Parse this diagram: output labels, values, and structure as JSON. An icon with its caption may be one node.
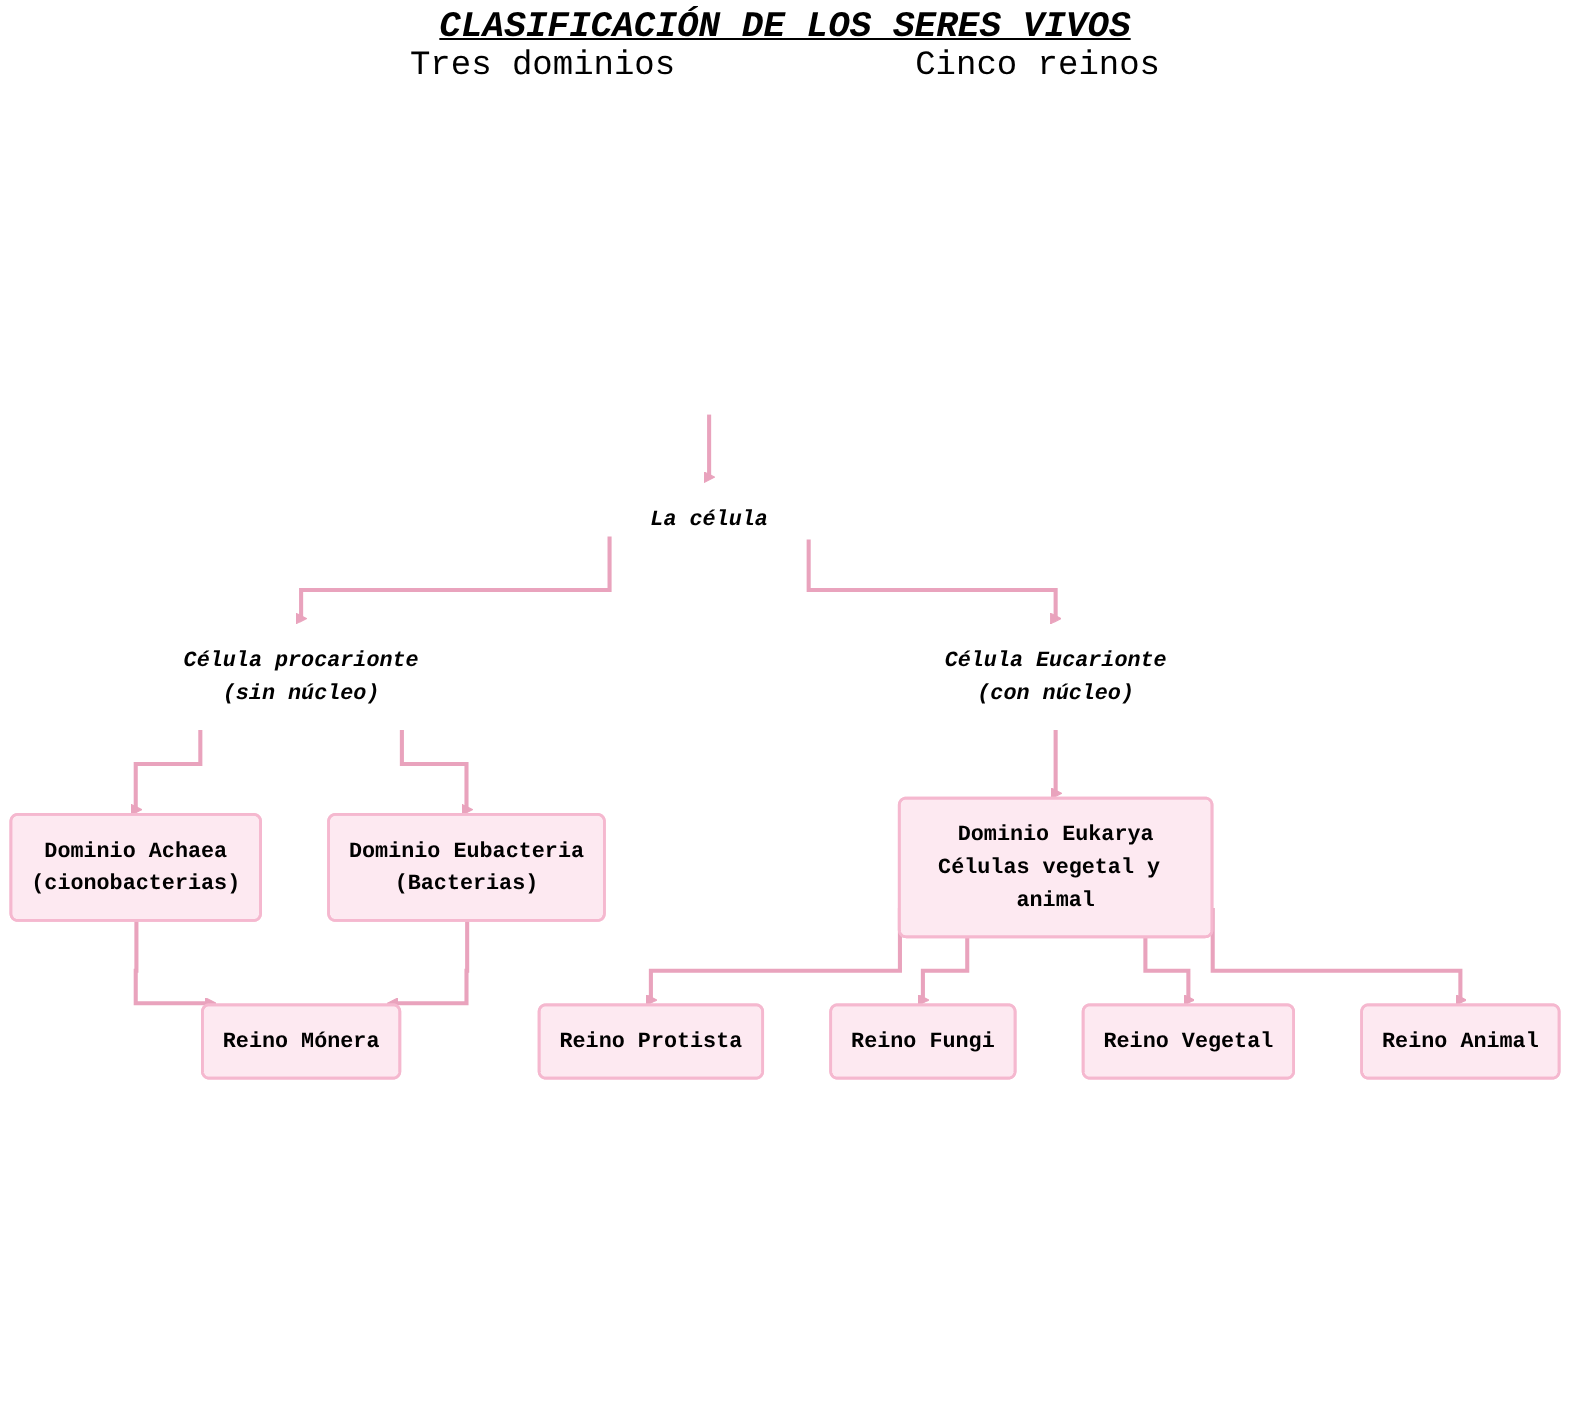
{
  "diagram": {
    "title": "CLASIFICACIÓN DE LOS SERES VIVOS",
    "nodes": [
      {
        "text": [
          "La célula"
        ]
      },
      {
        "text": [
          "Célula procarionte",
          "(sin núcleo)"
        ]
      },
      {
        "text": [
          "Célula Eucarionte",
          "(con núcleo)"
        ]
      },
      {
        "text": [
          "Dominio Achaea",
          "(cionobacterias)"
        ]
      },
      {
        "text": [
          "Dominio Eubacteria",
          "(Bacterias)"
        ]
      },
      {
        "text": [
          "Dominio Eukarya",
          "Células vegetal y animal"
        ]
      },
      {
        "text": [
          "Reino Mónera"
        ]
      },
      {
        "text": [
          "Reino Protista"
        ]
      },
      {
        "text": [
          "Reino Fungi"
        ]
      },
      {
        "text": [
          "Reino Vegetal"
        ]
      },
      {
        "text": [
          "Reino Animal"
        ]
      }
    ],
    "edges": [
      {
        "from": null,
        "to": 0,
        "arrow": "to"
      },
      {
        "from": 0,
        "to": 1,
        "arrow": "to"
      },
      {
        "from": 0,
        "to": 2,
        "arrow": "to"
      },
      {
        "from": 1,
        "to": 3,
        "arrow": "to"
      },
      {
        "from": 1,
        "to": 4,
        "arrow": "to"
      },
      {
        "from": 2,
        "to": 5,
        "arrow": "to"
      },
      {
        "from": 3,
        "to": 6,
        "arrow": "to"
      },
      {
        "from": 4,
        "to": 6,
        "arrow": "to"
      },
      {
        "from": 5,
        "to": 7,
        "arrow": "to"
      },
      {
        "from": 5,
        "to": 8,
        "arrow": "to"
      },
      {
        "from": 5,
        "to": 9,
        "arrow": "to"
      },
      {
        "from": 5,
        "to": 10,
        "arrow": "to"
      }
    ],
    "labels": [
      "Tres dominios",
      "Cinco reinos"
    ]
  }
}
